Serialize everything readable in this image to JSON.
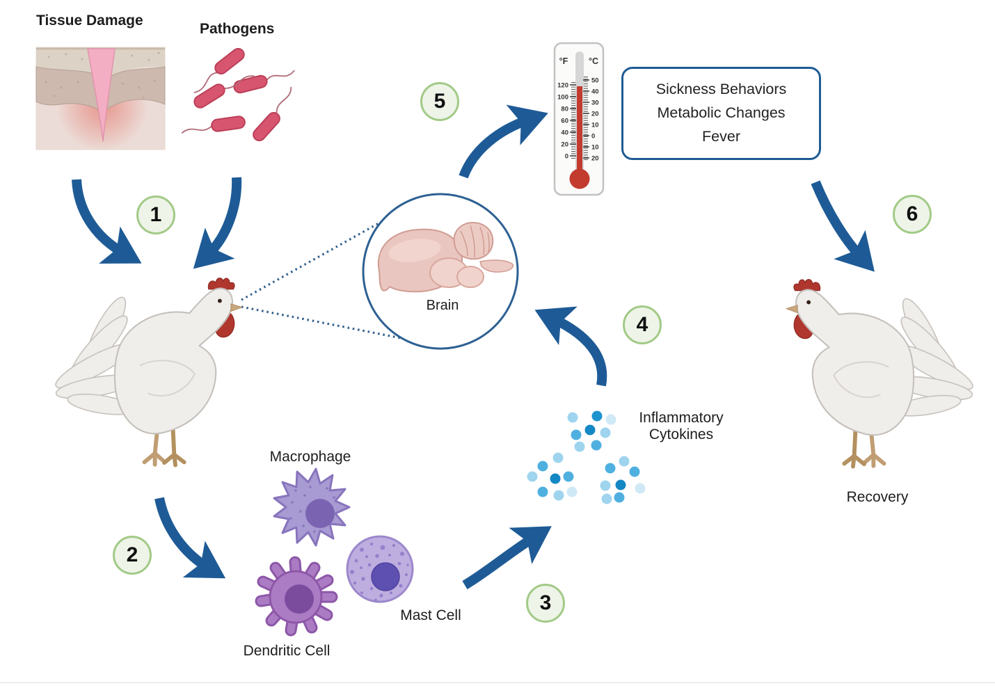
{
  "labels": {
    "tissue_damage": "Tissue Damage",
    "pathogens": "Pathogens",
    "macrophage": "Macrophage",
    "dendritic_cell": "Dendritic Cell",
    "mast_cell": "Mast Cell",
    "cytokines_line1": "Inflammatory",
    "cytokines_line2": "Cytokines",
    "brain": "Brain",
    "recovery": "Recovery"
  },
  "steps": [
    "1",
    "2",
    "3",
    "4",
    "5",
    "6"
  ],
  "outcome_box": {
    "lines": [
      "Sickness Behaviors",
      "Metabolic Changes",
      "Fever"
    ]
  },
  "thermometer": {
    "fahrenheit_label": "°F",
    "celsius_label": "°C",
    "f_ticks": [
      "120",
      "100",
      "80",
      "60",
      "40",
      "20",
      "0"
    ],
    "c_ticks": [
      "50",
      "40",
      "30",
      "20",
      "10",
      "0",
      "10",
      "20"
    ]
  },
  "colors": {
    "arrow_blue": "#1e5b96",
    "box_border_blue": "#1f5b94",
    "brain_circle_blue": "#2d6092",
    "dotted_line_blue": "#35638f",
    "step_circle_fill": "#eef4e8",
    "step_circle_border": "#a2ca87",
    "bacteria_pink": "#d7556f",
    "wound_pink": "#f4aec3",
    "macrophage_purple": "#a89ad2",
    "dendritic_purple": "#ab7cc4",
    "mast_purple": "#beaee0",
    "cytokine_light": "#9fd4ee",
    "cytokine_mid": "#4fb0e0",
    "cytokine_dark": "#1c93cf",
    "mercury_red": "#c23b2e",
    "comb_red": "#b0372e"
  }
}
